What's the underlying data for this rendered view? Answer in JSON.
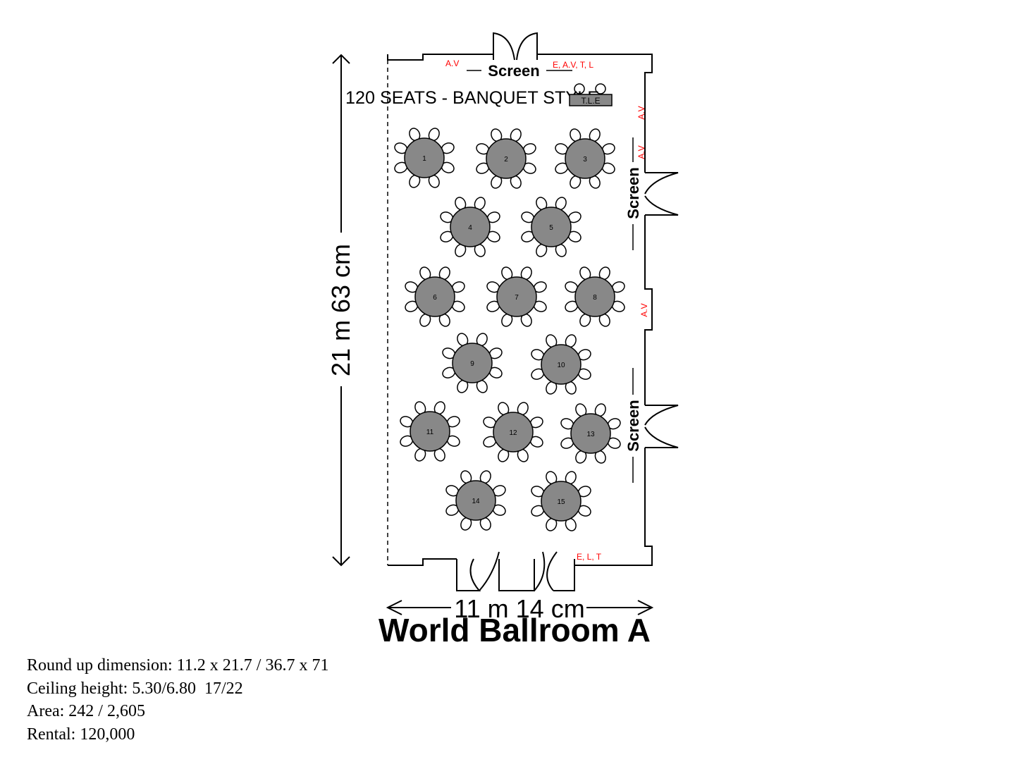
{
  "room_name": "World Ballroom A",
  "layout_label": "120 SEATS - BANQUET STYLE",
  "dimension_vertical": "21 m 63 cm",
  "dimension_horizontal": "11 m 14 cm",
  "screen_labels": [
    "Screen",
    "Screen",
    "Screen"
  ],
  "tables": [
    {
      "number": "1"
    },
    {
      "number": "2"
    },
    {
      "number": "3"
    },
    {
      "number": "4"
    },
    {
      "number": "5"
    },
    {
      "number": "6"
    },
    {
      "number": "7"
    },
    {
      "number": "8"
    },
    {
      "number": "9"
    },
    {
      "number": "10"
    },
    {
      "number": "11"
    },
    {
      "number": "12"
    },
    {
      "number": "13"
    },
    {
      "number": "14"
    },
    {
      "number": "15"
    }
  ],
  "outlet_labels": {
    "top_left": "A.V",
    "top_right": "E, A.V, T, L",
    "right_1": "A.V",
    "right_2": "A.V",
    "right_3": "A.V",
    "bottom_right": "E, L, T",
    "stage_box": "T.L.E"
  },
  "colors": {
    "table_fill": "#888888",
    "outlet_text": "#ff0000",
    "lines": "#000000"
  },
  "info": {
    "round_up_dimension": "Round up dimension: 11.2 x 21.7 / 36.7 x 71",
    "ceiling_height": "Ceiling height: 5.30/6.80  17/22",
    "area": "Area: 242 / 2,605",
    "rental": "Rental: 120,000"
  }
}
